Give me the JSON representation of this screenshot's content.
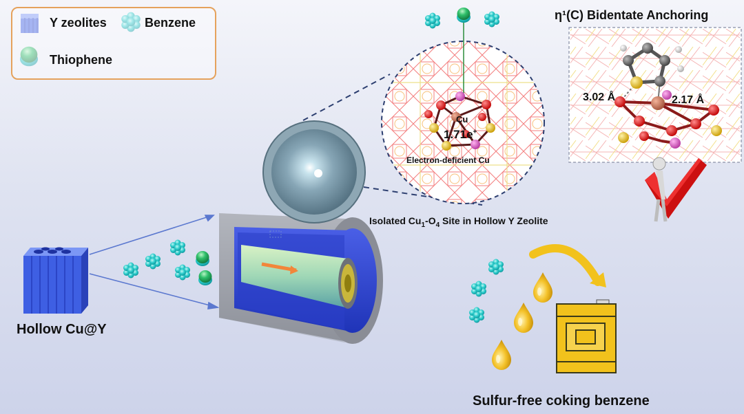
{
  "legend": {
    "items": [
      {
        "label": "Y zeolites",
        "icon": "zeolite-cube-icon"
      },
      {
        "label": "Benzene",
        "icon": "benzene-molecule-icon"
      },
      {
        "label": "Thiophene",
        "icon": "thiophene-molecule-icon"
      }
    ]
  },
  "labels": {
    "hollow_cuy": "Hollow Cu@Y",
    "isolated_site_prefix": "Isolated Cu",
    "isolated_site_sub1": "1",
    "isolated_site_mid": "-O",
    "isolated_site_sub2": "4",
    "isolated_site_suffix": " Site in Hollow Y Zeolite",
    "cu": "Cu",
    "charge_value": "1.71e",
    "charge_sup": "+",
    "electron_deficient": "Electron-deficient Cu",
    "anchoring_title": "η¹(C) Bidentate Anchoring",
    "distance_1": "3.02 Å",
    "distance_2": "2.17 Å",
    "product": "Sulfur-free coking benzene"
  },
  "colors": {
    "zeolite": "#3b5ee0",
    "benzene": "#23c7c9",
    "thiophene": "#2fb86a",
    "oil": "#f1c01e",
    "legend_border": "#e5a25c",
    "accent_red": "#cc1010"
  }
}
